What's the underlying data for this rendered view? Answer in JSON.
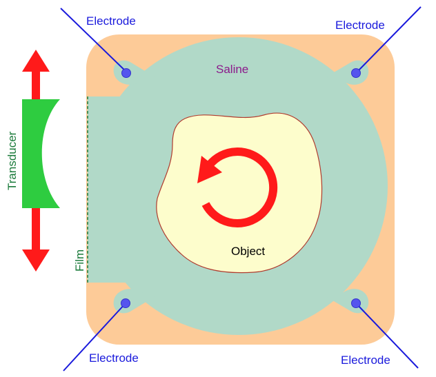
{
  "labels": {
    "electrode_top_left": "Electrode",
    "electrode_top_right": "Electrode",
    "electrode_bottom_left": "Electrode",
    "electrode_bottom_right": "Electrode",
    "saline": "Saline",
    "transducer": "Transducer",
    "film": "Film",
    "object": "Object"
  },
  "colors": {
    "housing": "#fdcb98",
    "saline": "#b1d9c8",
    "object_fill": "#fdfdcc",
    "object_outline": "#b03a2e",
    "electrode": "#5555ee",
    "electrode_wire": "#1a1adc",
    "electrode_label": "#1a1adc",
    "saline_label": "#8b1a8b",
    "transducer": "#2ecc40",
    "transducer_label": "#1a7a3a",
    "film_line": "#1a7a3a",
    "arrow": "#ff1a1a"
  }
}
